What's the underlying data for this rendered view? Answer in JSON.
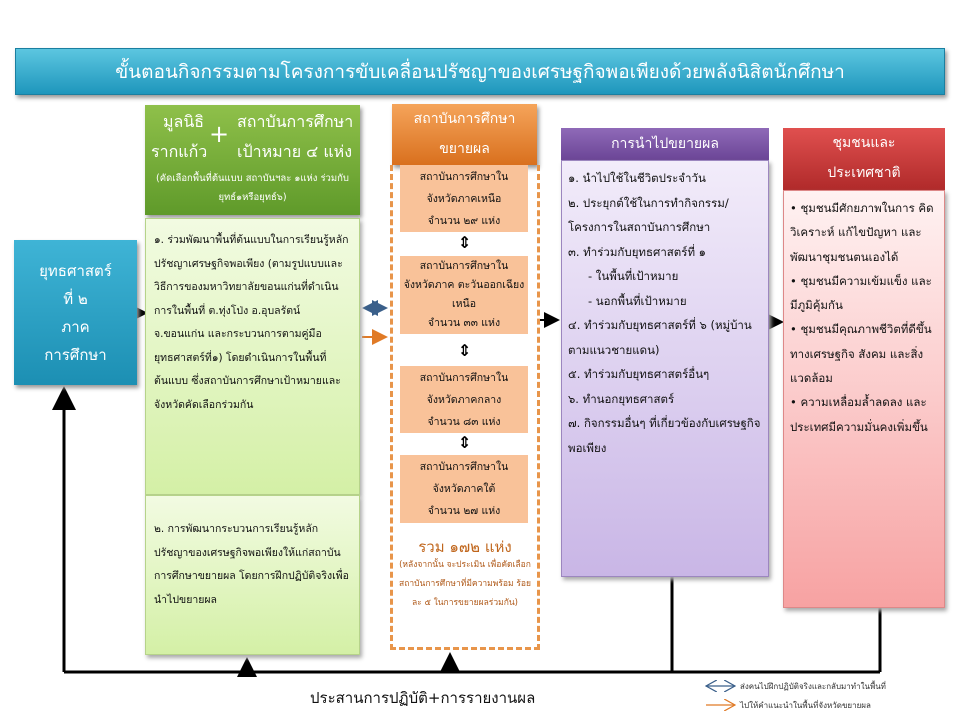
{
  "title": "ขั้นตอนกิจกรรมตามโครงการขับเคลื่อนปรัชญาของเศรษฐกิจพอเพียงด้วยพลังนิสิตนักศึกษา",
  "strategy": {
    "line1": "ยุทธศาสตร์",
    "line2": "ที่ ๒",
    "line3": "ภาค",
    "line4": "การศึกษา"
  },
  "green": {
    "left1": "มูลนิธิ",
    "left2": "รากแก้ว",
    "plus": "+",
    "right1": "สถาบันการศึกษา",
    "right2": "เป้าหมาย ๔ แห่ง",
    "note": "(คัดเลือกพื้นที่ต้นแบบ สถาบันฯละ ๑แห่ง ร่วมกับยุทธ์๑หรือยุทธ์๖)",
    "item1": "๑. ร่วมพัฒนาพื้นที่ต้นแบบในการเรียนรู้หลักปรัชญาเศรษฐกิจพอเพียง (ตามรูปแบบและวิธีการของมหาวิทยาลัยขอนแก่นที่ดำเนินการในพื้นที่ ต.ทุ่งโป่ง อ.อุบลรัตน์ จ.ขอนแก่น และกระบวนการตามคู่มือยุทธศาสตร์ที่๑) โดยดำเนินการในพื้นที่ต้นแบบ ซึ่งสถาบันการศึกษาเป้าหมายและจังหวัดคัดเลือกร่วมกัน",
    "item2": "๒. การพัฒนากระบวนการเรียนรู้หลักปรัชญาของเศรษฐกิจพอเพียงให้แก่สถาบันการศึกษาขยายผล โดยการฝึกปฏิบัติจริงเพื่อนำไปขยายผล"
  },
  "orange": {
    "header1": "สถาบันการศึกษา",
    "header2": "ขยายผล",
    "boxes": [
      {
        "l1": "สถาบันการศึกษาใน",
        "l2": "จังหวัดภาคเหนือ",
        "l3": "จำนวน ๒๙ แห่ง"
      },
      {
        "l1": "สถาบันการศึกษาใน",
        "l2": "จังหวัดภาค ตะวันออกเฉียงเหนือ",
        "l3": "จำนวน ๓๓ แห่ง"
      },
      {
        "l1": "สถาบันการศึกษาใน",
        "l2": "จังหวัดภาคกลาง",
        "l3": "จำนวน ๘๓ แห่ง"
      },
      {
        "l1": "สถาบันการศึกษาใน",
        "l2": "จังหวัดภาคใต้",
        "l3": "จำนวน ๒๗ แห่ง"
      }
    ],
    "arrow": "⇕",
    "total": "รวม ๑๗๒ แห่ง",
    "total_note": "(หลังจากนั้น จะประเมิน เพื่อคัดเลือกสถาบันการศึกษาที่มีความพร้อม ร้อยละ ๕ ในการขยายผลร่วมกัน)"
  },
  "purple": {
    "header": "การนำไปขยายผล",
    "items": [
      "๑. นำไปใช้ในชีวิตประจำวัน",
      "๒. ประยุกต์ใช้ในการทำกิจกรรม/ โครงการในสถาบันการศึกษา",
      "๓. ทำร่วมกับยุทธศาสตร์ที่ ๑",
      "- ในพื้นที่เป้าหมาย",
      "- นอกพื้นที่เป้าหมาย",
      "๔. ทำร่วมกับยุทธศาสตร์ที่ ๖ (หมู่บ้านตามแนวชายแดน)",
      "๕. ทำร่วมกับยุทธศาสตร์อื่นๆ",
      "๖. ทำนอกยุทธศาสตร์",
      "๗. กิจกรรมอื่นๆ ที่เกี่ยวข้องกับเศรษฐกิจพอเพียง"
    ]
  },
  "red": {
    "header1": "ชุมชนและ",
    "header2": "ประเทศชาติ",
    "items": [
      "• ชุมชนมีศักยภาพในการ คิดวิเคราะห์ แก้ไขปัญหา และพัฒนาชุมชนตนเองได้",
      "• ชุมชนมีความเข้มแข็ง และมีภูมิคุ้มกัน",
      "• ชุมชนมีคุณภาพชีวิตที่ดีขึ้นทางเศรษฐกิจ สังคม และสิ่งแวดล้อม",
      "• ความเหลื่อมล้ำลดลง และประเทศมีความมั่นคงเพิ่มขึ้น"
    ]
  },
  "bottom": "ประสานการปฏิบัติ+การรายงานผล",
  "legend": {
    "blue": "ส่งคนไปฝึกปฏิบัติจริงและกลับมาทำในพื้นที่",
    "orange": "ไปให้คำแนะนำในพื้นที่จังหวัดขยายผล"
  },
  "colors": {
    "blue_arrow": "#3a5f8a",
    "orange_arrow": "#e07a26"
  }
}
